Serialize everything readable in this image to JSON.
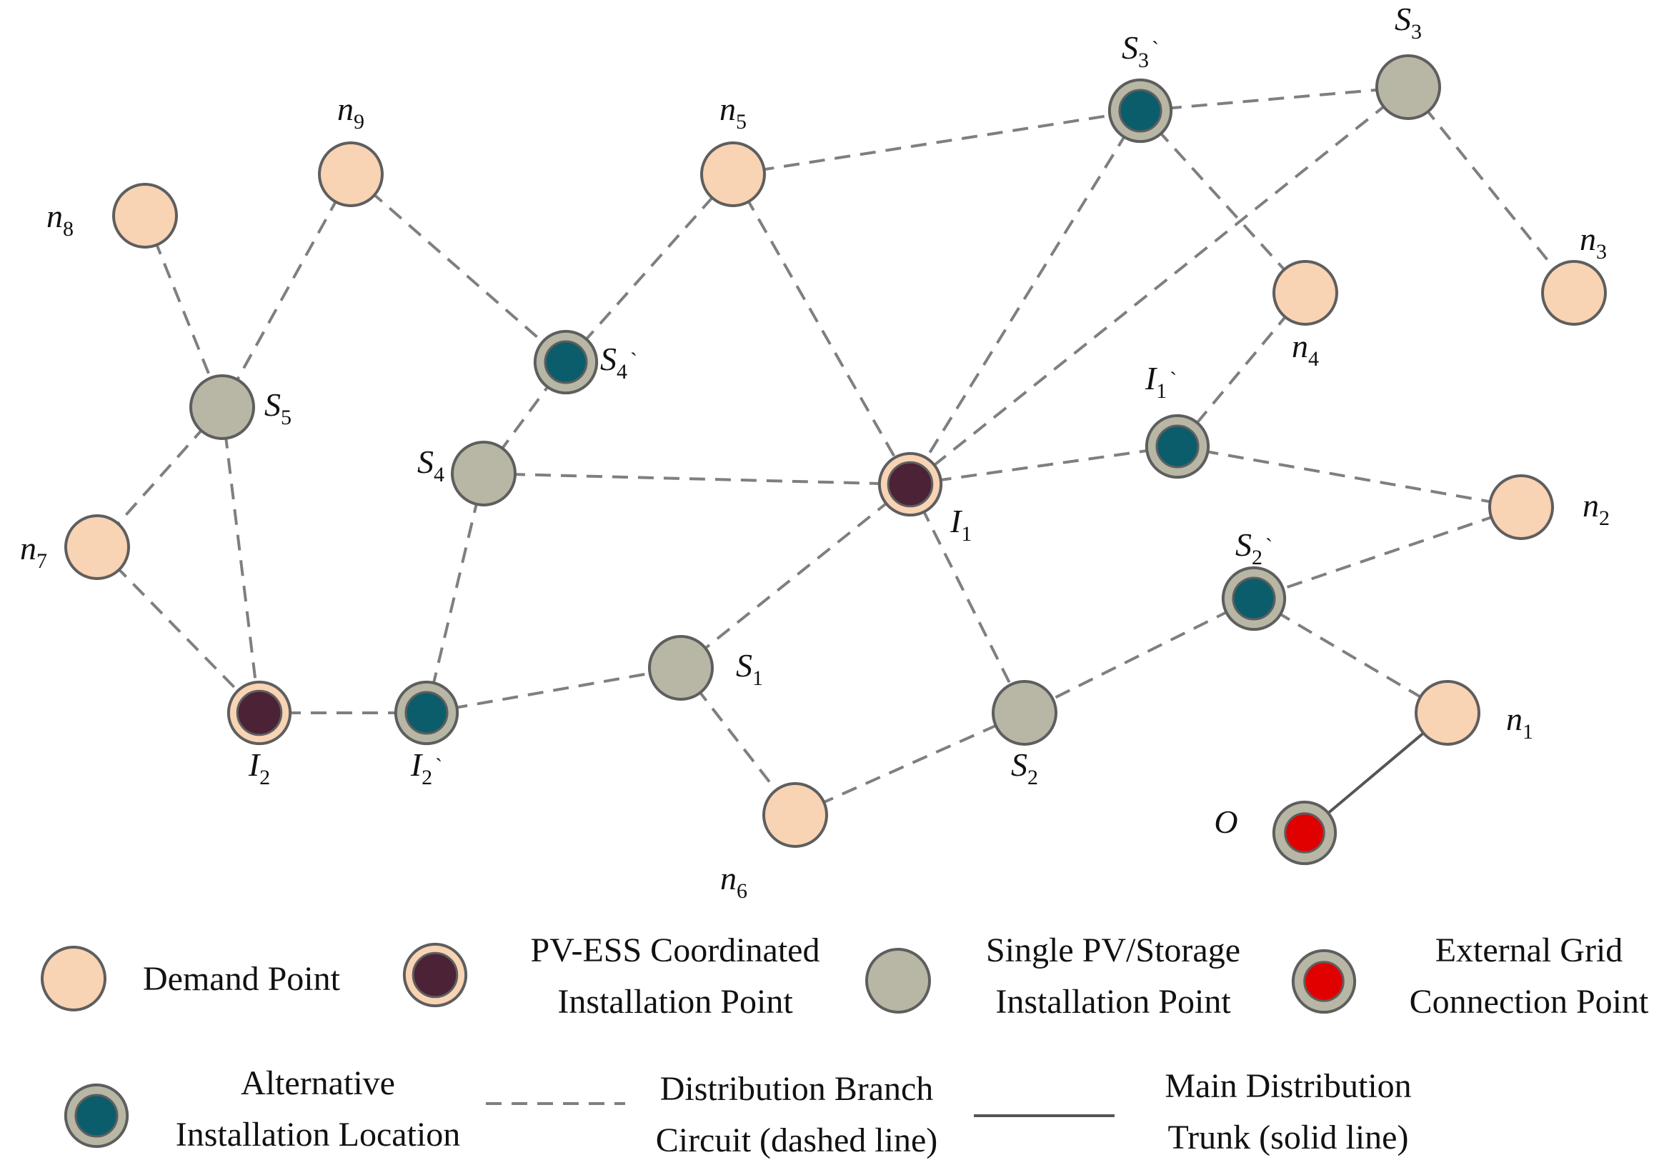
{
  "colors": {
    "demand_fill": "#f8d3b4",
    "single_fill": "#b8b7a5",
    "coordinated_core": "#4b2236",
    "alternative_core": "#0b5d6b",
    "grid_core": "#e00000",
    "stroke": "#5e5e5e",
    "line": "#7f7f7f",
    "trunk": "#555555"
  },
  "nodes": [
    {
      "id": "n8",
      "base": "n",
      "sub": "8",
      "type": "demand"
    },
    {
      "id": "n9",
      "base": "n",
      "sub": "9",
      "type": "demand"
    },
    {
      "id": "n5",
      "base": "n",
      "sub": "5",
      "type": "demand"
    },
    {
      "id": "S3p",
      "base": "S",
      "sub": "3",
      "prime": "`",
      "type": "alternative"
    },
    {
      "id": "S3",
      "base": "S",
      "sub": "3",
      "type": "single"
    },
    {
      "id": "n3",
      "base": "n",
      "sub": "3",
      "type": "demand"
    },
    {
      "id": "n4",
      "base": "n",
      "sub": "4",
      "type": "demand"
    },
    {
      "id": "S4p",
      "base": "S",
      "sub": "4",
      "prime": "`",
      "type": "alternative"
    },
    {
      "id": "S5",
      "base": "S",
      "sub": "5",
      "type": "single"
    },
    {
      "id": "S4",
      "base": "S",
      "sub": "4",
      "type": "single"
    },
    {
      "id": "I1",
      "base": "I",
      "sub": "1",
      "type": "coordinated"
    },
    {
      "id": "I1p",
      "base": "I",
      "sub": "1",
      "prime": "`",
      "type": "alternative"
    },
    {
      "id": "n2",
      "base": "n",
      "sub": "2",
      "type": "demand"
    },
    {
      "id": "n7",
      "base": "n",
      "sub": "7",
      "type": "demand"
    },
    {
      "id": "S2p",
      "base": "S",
      "sub": "2",
      "prime": "`",
      "type": "alternative"
    },
    {
      "id": "S1",
      "base": "S",
      "sub": "1",
      "type": "single"
    },
    {
      "id": "n1",
      "base": "n",
      "sub": "1",
      "type": "demand"
    },
    {
      "id": "I2",
      "base": "I",
      "sub": "2",
      "type": "coordinated"
    },
    {
      "id": "I2p",
      "base": "I",
      "sub": "2",
      "prime": "`",
      "type": "alternative"
    },
    {
      "id": "S2",
      "base": "S",
      "sub": "2",
      "type": "single"
    },
    {
      "id": "n6",
      "base": "n",
      "sub": "6",
      "type": "demand"
    },
    {
      "id": "O",
      "base": "O",
      "sub": "",
      "type": "grid"
    }
  ],
  "edges": [
    [
      "n8",
      "S5"
    ],
    [
      "n9",
      "S5"
    ],
    [
      "n9",
      "S4p"
    ],
    [
      "S5",
      "n7"
    ],
    [
      "S5",
      "I2"
    ],
    [
      "n7",
      "I2"
    ],
    [
      "I2",
      "I2p"
    ],
    [
      "I2p",
      "S4"
    ],
    [
      "S4",
      "S4p"
    ],
    [
      "S4p",
      "n5"
    ],
    [
      "n5",
      "S3p"
    ],
    [
      "S3p",
      "S3"
    ],
    [
      "S3",
      "n3"
    ],
    [
      "S3p",
      "n4"
    ],
    [
      "S3p",
      "I1"
    ],
    [
      "S3",
      "I1"
    ],
    [
      "n5",
      "I1"
    ],
    [
      "S4",
      "I1"
    ],
    [
      "I1",
      "I1p"
    ],
    [
      "n4",
      "I1p"
    ],
    [
      "I1p",
      "n2"
    ],
    [
      "n2",
      "S2p"
    ],
    [
      "S2p",
      "n1"
    ],
    [
      "S2p",
      "S2"
    ],
    [
      "I1",
      "S2"
    ],
    [
      "I1",
      "S1"
    ],
    [
      "I2p",
      "S1"
    ],
    [
      "S1",
      "n6"
    ],
    [
      "n6",
      "S2"
    ]
  ],
  "trunk": [
    [
      "n1",
      "O"
    ]
  ],
  "legend": [
    {
      "type": "demand",
      "lines": [
        "Demand Point"
      ]
    },
    {
      "type": "coordinated",
      "lines": [
        "PV-ESS Coordinated",
        "Installation Point"
      ]
    },
    {
      "type": "single",
      "lines": [
        "Single PV/Storage",
        "Installation Point"
      ]
    },
    {
      "type": "grid",
      "lines": [
        "External Grid",
        "Connection Point"
      ]
    },
    {
      "type": "alternative",
      "lines": [
        "Alternative",
        "Installation Location"
      ]
    },
    {
      "type": "dashed",
      "lines": [
        "Distribution Branch",
        "Circuit (dashed line)"
      ]
    },
    {
      "type": "solid",
      "lines": [
        "Main Distribution",
        "Trunk (solid line)"
      ]
    }
  ]
}
